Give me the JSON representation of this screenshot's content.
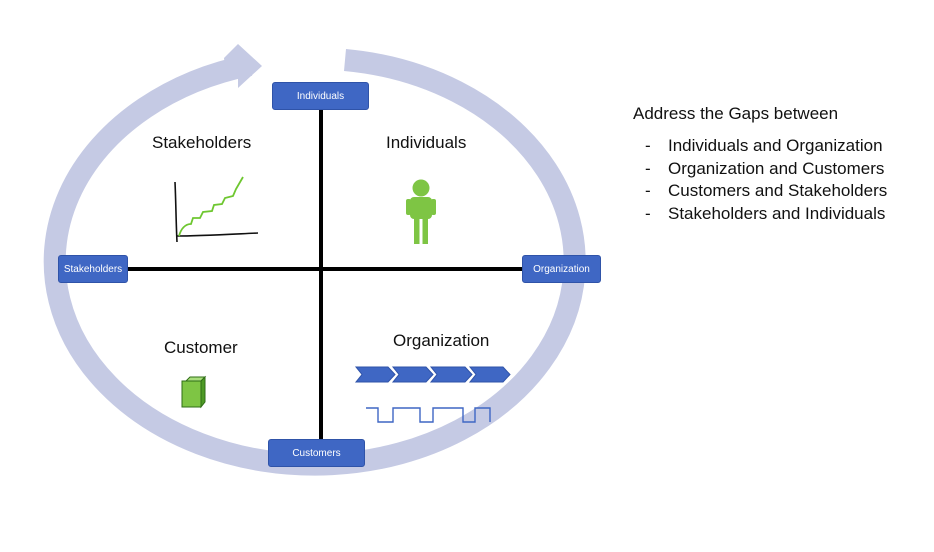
{
  "nodes": {
    "top": "Individuals",
    "left": "Stakeholders",
    "right": "Organization",
    "bottom": "Customers"
  },
  "quadrants": {
    "top_left": "Stakeholders",
    "top_right": "Individuals",
    "bottom_left": "Customer",
    "bottom_right": "Organization"
  },
  "side_panel": {
    "title": "Address the Gaps between",
    "bullet": "-",
    "items": [
      "Individuals and Organization",
      "Organization and Customers",
      "Customers and Stakeholders",
      "Stakeholders and Individuals"
    ]
  },
  "colors": {
    "cycle_arrow": "#c5cae4",
    "node_fill": "#3f67c4",
    "icon_green": "#7ec544",
    "chevron_blue": "#3f67c4",
    "axis": "#000000"
  }
}
